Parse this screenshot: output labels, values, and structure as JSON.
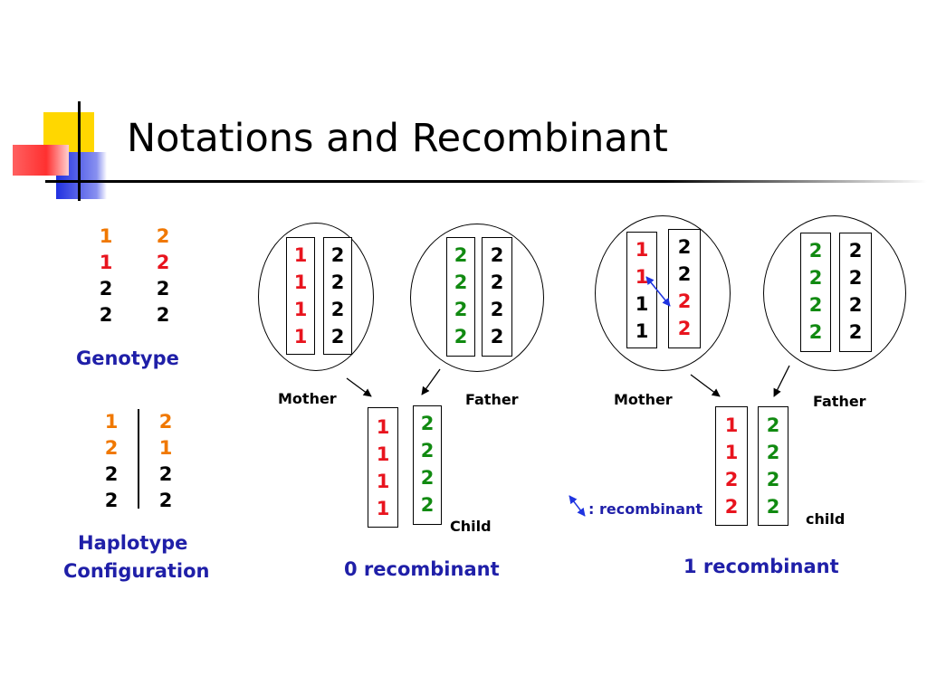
{
  "title": "Notations and Recombinant",
  "colors": {
    "orange": "#f07800",
    "red": "#e8141e",
    "green": "#118a11",
    "black": "#000000",
    "blue": "#1f1fa8",
    "arrow_blue": "#1f34e0"
  },
  "genotype": {
    "left": [
      {
        "v": "1",
        "c": "orange"
      },
      {
        "v": "1",
        "c": "red"
      },
      {
        "v": "2",
        "c": "black"
      },
      {
        "v": "2",
        "c": "black"
      }
    ],
    "right": [
      {
        "v": "2",
        "c": "orange"
      },
      {
        "v": "2",
        "c": "red"
      },
      {
        "v": "2",
        "c": "black"
      },
      {
        "v": "2",
        "c": "black"
      }
    ],
    "label": "Genotype"
  },
  "haplotype": {
    "left": [
      {
        "v": "1",
        "c": "orange"
      },
      {
        "v": "2",
        "c": "orange"
      },
      {
        "v": "2",
        "c": "black"
      },
      {
        "v": "2",
        "c": "black"
      }
    ],
    "right": [
      {
        "v": "2",
        "c": "orange"
      },
      {
        "v": "1",
        "c": "orange"
      },
      {
        "v": "2",
        "c": "black"
      },
      {
        "v": "2",
        "c": "black"
      }
    ],
    "label_line1": "Haplotype",
    "label_line2": "Configuration"
  },
  "example0": {
    "mother": {
      "label": "Mother",
      "a": [
        {
          "v": "1",
          "c": "red"
        },
        {
          "v": "1",
          "c": "red"
        },
        {
          "v": "1",
          "c": "red"
        },
        {
          "v": "1",
          "c": "red"
        }
      ],
      "b": [
        {
          "v": "2",
          "c": "black"
        },
        {
          "v": "2",
          "c": "black"
        },
        {
          "v": "2",
          "c": "black"
        },
        {
          "v": "2",
          "c": "black"
        }
      ]
    },
    "father": {
      "label": "Father",
      "a": [
        {
          "v": "2",
          "c": "green"
        },
        {
          "v": "2",
          "c": "green"
        },
        {
          "v": "2",
          "c": "green"
        },
        {
          "v": "2",
          "c": "green"
        }
      ],
      "b": [
        {
          "v": "2",
          "c": "black"
        },
        {
          "v": "2",
          "c": "black"
        },
        {
          "v": "2",
          "c": "black"
        },
        {
          "v": "2",
          "c": "black"
        }
      ]
    },
    "child": {
      "label": "Child",
      "a": [
        {
          "v": "1",
          "c": "red"
        },
        {
          "v": "1",
          "c": "red"
        },
        {
          "v": "1",
          "c": "red"
        },
        {
          "v": "1",
          "c": "red"
        }
      ],
      "b": [
        {
          "v": "2",
          "c": "green"
        },
        {
          "v": "2",
          "c": "green"
        },
        {
          "v": "2",
          "c": "green"
        },
        {
          "v": "2",
          "c": "green"
        }
      ]
    },
    "caption": "0 recombinant"
  },
  "example1": {
    "mother": {
      "label": "Mother",
      "a": [
        {
          "v": "1",
          "c": "red"
        },
        {
          "v": "1",
          "c": "red"
        },
        {
          "v": "1",
          "c": "black"
        },
        {
          "v": "1",
          "c": "black"
        }
      ],
      "b": [
        {
          "v": "2",
          "c": "black"
        },
        {
          "v": "2",
          "c": "black"
        },
        {
          "v": "2",
          "c": "red"
        },
        {
          "v": "2",
          "c": "red"
        }
      ]
    },
    "father": {
      "label": "Father",
      "a": [
        {
          "v": "2",
          "c": "green"
        },
        {
          "v": "2",
          "c": "green"
        },
        {
          "v": "2",
          "c": "green"
        },
        {
          "v": "2",
          "c": "green"
        }
      ],
      "b": [
        {
          "v": "2",
          "c": "black"
        },
        {
          "v": "2",
          "c": "black"
        },
        {
          "v": "2",
          "c": "black"
        },
        {
          "v": "2",
          "c": "black"
        }
      ]
    },
    "child": {
      "label": "child",
      "a": [
        {
          "v": "1",
          "c": "red"
        },
        {
          "v": "1",
          "c": "red"
        },
        {
          "v": "2",
          "c": "red"
        },
        {
          "v": "2",
          "c": "red"
        }
      ],
      "b": [
        {
          "v": "2",
          "c": "green"
        },
        {
          "v": "2",
          "c": "green"
        },
        {
          "v": "2",
          "c": "green"
        },
        {
          "v": "2",
          "c": "green"
        }
      ]
    },
    "caption": "1 recombinant",
    "legend": ": recombinant"
  }
}
